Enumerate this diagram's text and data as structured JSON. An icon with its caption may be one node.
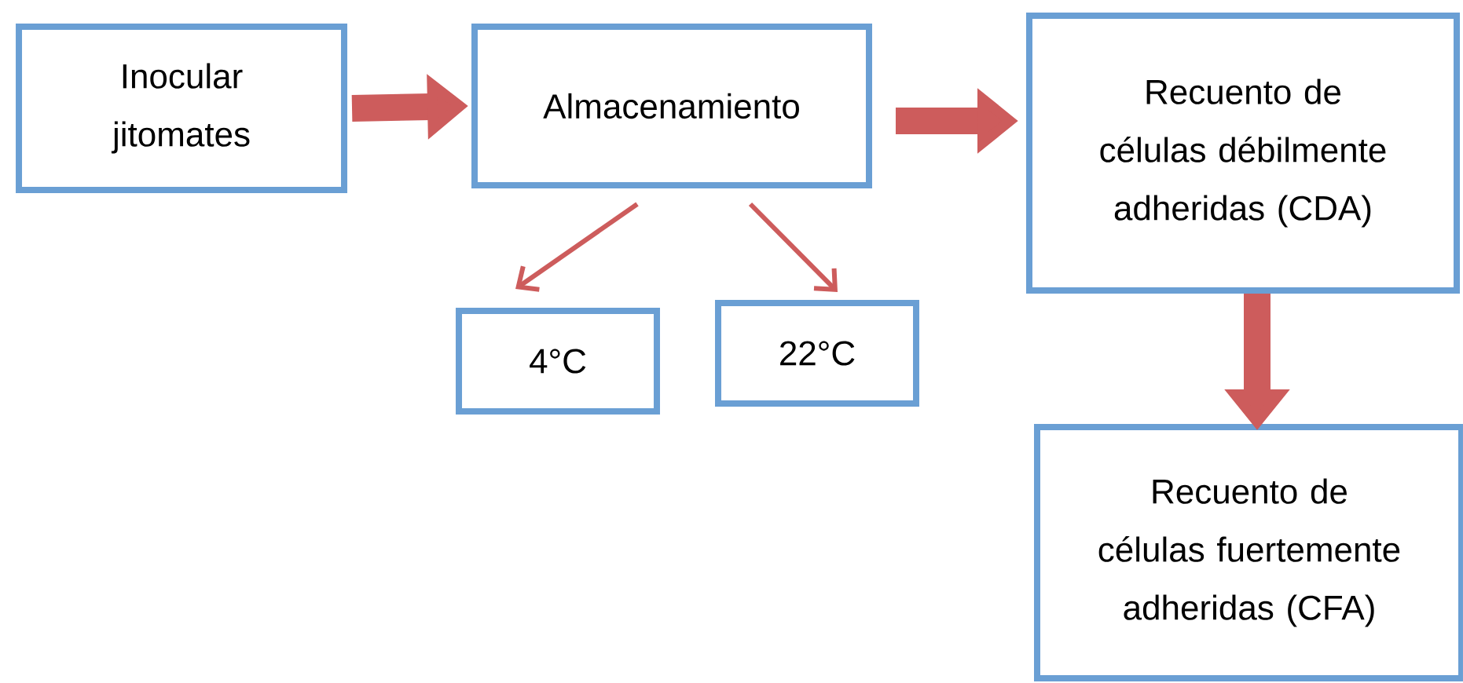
{
  "diagram": {
    "nodes": [
      {
        "text": [
          "Inocular jitomates"
        ]
      },
      {
        "text": [
          "Almacenamiento"
        ]
      },
      {
        "text": [
          "Recuento de células débilmente adheridas (CDA)"
        ]
      },
      {
        "text": [
          "4°C"
        ]
      },
      {
        "text": [
          "22°C"
        ]
      },
      {
        "text": [
          "Recuento de células fuertemente adheridas (CFA)"
        ]
      }
    ],
    "edges": [
      {
        "from": 0,
        "to": 1,
        "arrow": "to"
      },
      {
        "from": 1,
        "to": 2,
        "arrow": "to"
      },
      {
        "from": 1,
        "to": 3,
        "arrow": "to"
      },
      {
        "from": 1,
        "to": 4,
        "arrow": "to"
      },
      {
        "from": 2,
        "to": 5,
        "arrow": "to"
      }
    ]
  }
}
